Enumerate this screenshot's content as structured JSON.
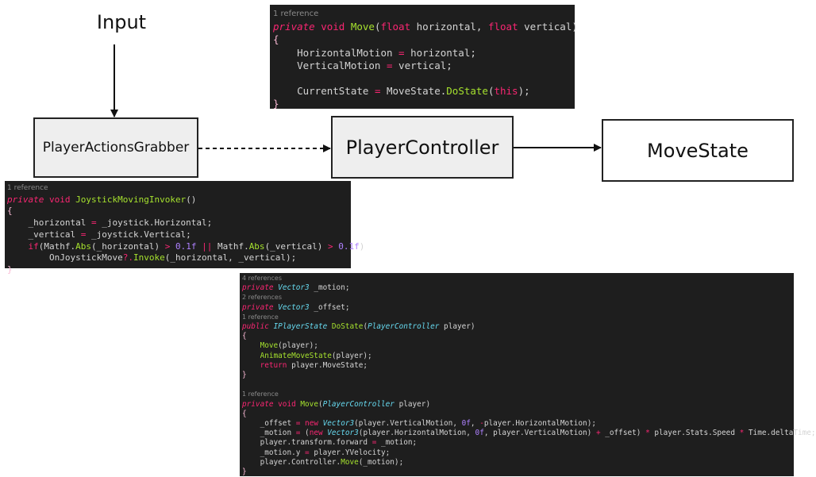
{
  "diagram": {
    "input_label": "Input",
    "nodes": {
      "grabber": "PlayerActionsGrabber",
      "controller": "PlayerController",
      "movestate": "MoveState"
    }
  },
  "code_panels": {
    "move": {
      "lines": [
        [
          {
            "t": "1 reference",
            "c": "ref"
          }
        ],
        [
          {
            "t": "private",
            "c": "kwi"
          },
          {
            "t": " void ",
            "c": "kw"
          },
          {
            "t": "Move",
            "c": "fn"
          },
          {
            "t": "(",
            "c": ""
          },
          {
            "t": "float",
            "c": "kw"
          },
          {
            "t": " horizontal, ",
            "c": ""
          },
          {
            "t": "float",
            "c": "kw"
          },
          {
            "t": " vertical)",
            "c": ""
          }
        ],
        [
          {
            "t": "{",
            "c": "br"
          }
        ],
        [
          {
            "t": "    HorizontalMotion ",
            "c": ""
          },
          {
            "t": "=",
            "c": "op"
          },
          {
            "t": " horizontal;",
            "c": ""
          }
        ],
        [
          {
            "t": "    VerticalMotion ",
            "c": ""
          },
          {
            "t": "=",
            "c": "op"
          },
          {
            "t": " vertical;",
            "c": ""
          }
        ],
        [
          {
            "t": "",
            "c": ""
          }
        ],
        [
          {
            "t": "    CurrentState ",
            "c": ""
          },
          {
            "t": "=",
            "c": "op"
          },
          {
            "t": " MoveState.",
            "c": ""
          },
          {
            "t": "DoState",
            "c": "fn"
          },
          {
            "t": "(",
            "c": ""
          },
          {
            "t": "this",
            "c": "kw"
          },
          {
            "t": ");",
            "c": ""
          }
        ],
        [
          {
            "t": "}",
            "c": "br"
          }
        ]
      ]
    },
    "joystick": {
      "lines": [
        [
          {
            "t": "1 reference",
            "c": "ref"
          }
        ],
        [
          {
            "t": "private",
            "c": "kwi"
          },
          {
            "t": " void ",
            "c": "kw"
          },
          {
            "t": "JoystickMovingInvoker",
            "c": "fn"
          },
          {
            "t": "()",
            "c": ""
          }
        ],
        [
          {
            "t": "{",
            "c": "br"
          }
        ],
        [
          {
            "t": "    _horizontal ",
            "c": ""
          },
          {
            "t": "=",
            "c": "op"
          },
          {
            "t": " _joystick.Horizontal;",
            "c": ""
          }
        ],
        [
          {
            "t": "    _vertical ",
            "c": ""
          },
          {
            "t": "=",
            "c": "op"
          },
          {
            "t": " _joystick.Vertical;",
            "c": ""
          }
        ],
        [
          {
            "t": "    ",
            "c": ""
          },
          {
            "t": "if",
            "c": "kw"
          },
          {
            "t": "(Mathf.",
            "c": ""
          },
          {
            "t": "Abs",
            "c": "fn"
          },
          {
            "t": "(_horizontal) ",
            "c": ""
          },
          {
            "t": ">",
            "c": "op"
          },
          {
            "t": " ",
            "c": ""
          },
          {
            "t": "0.1f",
            "c": "num"
          },
          {
            "t": " ",
            "c": ""
          },
          {
            "t": "||",
            "c": "op"
          },
          {
            "t": " Mathf.",
            "c": ""
          },
          {
            "t": "Abs",
            "c": "fn"
          },
          {
            "t": "(_vertical) ",
            "c": ""
          },
          {
            "t": ">",
            "c": "op"
          },
          {
            "t": " ",
            "c": ""
          },
          {
            "t": "0.1f",
            "c": "num"
          },
          {
            "t": ")",
            "c": ""
          }
        ],
        [
          {
            "t": "        OnJoystickMove",
            "c": ""
          },
          {
            "t": "?.",
            "c": "op"
          },
          {
            "t": "Invoke",
            "c": "fn"
          },
          {
            "t": "(_horizontal, _vertical);",
            "c": ""
          }
        ],
        [
          {
            "t": "}",
            "c": "br"
          }
        ]
      ]
    },
    "movestate": {
      "lines": [
        [
          {
            "t": "4 references",
            "c": "ref"
          }
        ],
        [
          {
            "t": "private",
            "c": "kwi"
          },
          {
            "t": " ",
            "c": ""
          },
          {
            "t": "Vector3",
            "c": "ty"
          },
          {
            "t": " _motion;",
            "c": ""
          }
        ],
        [
          {
            "t": "2 references",
            "c": "ref"
          }
        ],
        [
          {
            "t": "private",
            "c": "kwi"
          },
          {
            "t": " ",
            "c": ""
          },
          {
            "t": "Vector3",
            "c": "ty"
          },
          {
            "t": " _offset;",
            "c": ""
          }
        ],
        [
          {
            "t": "1 reference",
            "c": "ref"
          }
        ],
        [
          {
            "t": "public",
            "c": "kwi"
          },
          {
            "t": " ",
            "c": ""
          },
          {
            "t": "IPlayerState",
            "c": "ty"
          },
          {
            "t": " ",
            "c": ""
          },
          {
            "t": "DoState",
            "c": "fn"
          },
          {
            "t": "(",
            "c": ""
          },
          {
            "t": "PlayerController",
            "c": "ty"
          },
          {
            "t": " player)",
            "c": ""
          }
        ],
        [
          {
            "t": "{",
            "c": "br"
          }
        ],
        [
          {
            "t": "    ",
            "c": ""
          },
          {
            "t": "Move",
            "c": "fn"
          },
          {
            "t": "(player);",
            "c": ""
          }
        ],
        [
          {
            "t": "    ",
            "c": ""
          },
          {
            "t": "AnimateMoveState",
            "c": "fn"
          },
          {
            "t": "(player);",
            "c": ""
          }
        ],
        [
          {
            "t": "    ",
            "c": ""
          },
          {
            "t": "return",
            "c": "kw"
          },
          {
            "t": " player.MoveState;",
            "c": ""
          }
        ],
        [
          {
            "t": "}",
            "c": "br"
          }
        ],
        [
          {
            "t": "",
            "c": ""
          }
        ],
        [
          {
            "t": "1 reference",
            "c": "ref"
          }
        ],
        [
          {
            "t": "private",
            "c": "kwi"
          },
          {
            "t": " void ",
            "c": "kw"
          },
          {
            "t": "Move",
            "c": "fn"
          },
          {
            "t": "(",
            "c": ""
          },
          {
            "t": "PlayerController",
            "c": "ty"
          },
          {
            "t": " player)",
            "c": ""
          }
        ],
        [
          {
            "t": "{",
            "c": "br"
          }
        ],
        [
          {
            "t": "    _offset ",
            "c": ""
          },
          {
            "t": "=",
            "c": "op"
          },
          {
            "t": " ",
            "c": ""
          },
          {
            "t": "new",
            "c": "kw"
          },
          {
            "t": " ",
            "c": ""
          },
          {
            "t": "Vector3",
            "c": "ty"
          },
          {
            "t": "(player.VerticalMotion, ",
            "c": ""
          },
          {
            "t": "0f",
            "c": "num"
          },
          {
            "t": ", ",
            "c": ""
          },
          {
            "t": "-",
            "c": "op"
          },
          {
            "t": "player.HorizontalMotion);",
            "c": ""
          }
        ],
        [
          {
            "t": "    _motion ",
            "c": ""
          },
          {
            "t": "=",
            "c": "op"
          },
          {
            "t": " (",
            "c": ""
          },
          {
            "t": "new",
            "c": "kw"
          },
          {
            "t": " ",
            "c": ""
          },
          {
            "t": "Vector3",
            "c": "ty"
          },
          {
            "t": "(player.HorizontalMotion, ",
            "c": ""
          },
          {
            "t": "0f",
            "c": "num"
          },
          {
            "t": ", player.VerticalMotion) ",
            "c": ""
          },
          {
            "t": "+",
            "c": "op"
          },
          {
            "t": " _offset) ",
            "c": ""
          },
          {
            "t": "*",
            "c": "op"
          },
          {
            "t": " player.Stats.Speed ",
            "c": ""
          },
          {
            "t": "*",
            "c": "op"
          },
          {
            "t": " Time.deltaTime;",
            "c": ""
          }
        ],
        [
          {
            "t": "    player.transform.forward ",
            "c": ""
          },
          {
            "t": "=",
            "c": "op"
          },
          {
            "t": " _motion;",
            "c": ""
          }
        ],
        [
          {
            "t": "    _motion.y ",
            "c": ""
          },
          {
            "t": "=",
            "c": "op"
          },
          {
            "t": " player.YVelocity;",
            "c": ""
          }
        ],
        [
          {
            "t": "    player.Controller.",
            "c": ""
          },
          {
            "t": "Move",
            "c": "fn"
          },
          {
            "t": "(_motion);",
            "c": ""
          }
        ],
        [
          {
            "t": "}",
            "c": "br"
          }
        ]
      ]
    }
  },
  "colors": {
    "code_background": "#1e1e1e",
    "node_fill": "#eeeeee",
    "keyword": "#f92672",
    "type": "#66d9ef",
    "function": "#a6e22e",
    "number": "#ae81ff"
  }
}
